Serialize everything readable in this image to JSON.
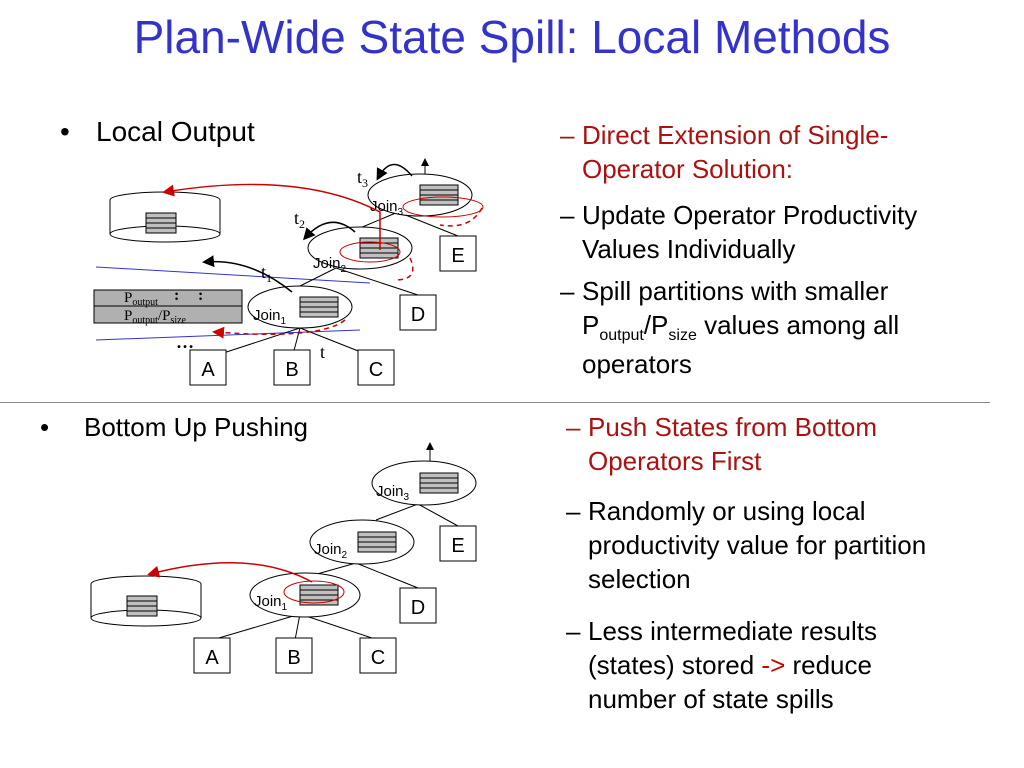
{
  "title": "Plan-Wide State Spill: Local Methods",
  "colors": {
    "title": "#3333cc",
    "emphasis": "#aa1111",
    "arrow": "#cc0000",
    "divider": "#888888"
  },
  "top": {
    "bullet": "Local Output",
    "points": [
      {
        "lines": [
          "Direct Extension of Single-",
          "Operator Solution:"
        ]
      },
      {
        "lines": [
          "Update Operator Productivity",
          "Values Individually"
        ]
      },
      {
        "line1": "Spill partitions with smaller",
        "p": "P",
        "output_sub": "output",
        "slash": "/P",
        "size_sub": "size",
        "tail": " values among all",
        "line3": "operators"
      }
    ],
    "diagram": {
      "joins": [
        {
          "label": "Join",
          "sub": "1"
        },
        {
          "label": "Join",
          "sub": "2"
        },
        {
          "label": "Join",
          "sub": "3"
        }
      ],
      "leaves": [
        "A",
        "B",
        "C",
        "D",
        "E"
      ],
      "times": [
        {
          "label": "t",
          "sub": ""
        },
        {
          "label": "t",
          "sub": "1"
        },
        {
          "label": "t",
          "sub": "2"
        },
        {
          "label": "t",
          "sub": "3"
        }
      ],
      "ratio": {
        "p": "P",
        "sub1": "output",
        "sep": "/P",
        "sub2": "size"
      },
      "dots": "…",
      "dots_colon": ":"
    }
  },
  "bottom": {
    "bullet": "Bottom Up Pushing",
    "points": [
      {
        "lines": [
          "Push States from Bottom",
          "Operators First"
        ]
      },
      {
        "lines": [
          "Randomly or using local",
          "productivity value for partition",
          "selection"
        ]
      },
      {
        "line1": "Less intermediate results",
        "line2a": "(states) stored ",
        "arrow": "->",
        "line2b": " reduce",
        "line3": "number of state spills"
      }
    ],
    "diagram": {
      "joins": [
        {
          "label": "Join",
          "sub": "1"
        },
        {
          "label": "Join",
          "sub": "2"
        },
        {
          "label": "Join",
          "sub": "3"
        }
      ],
      "leaves": [
        "A",
        "B",
        "C",
        "D",
        "E"
      ]
    }
  },
  "dash": "–",
  "bullet_char": "•"
}
